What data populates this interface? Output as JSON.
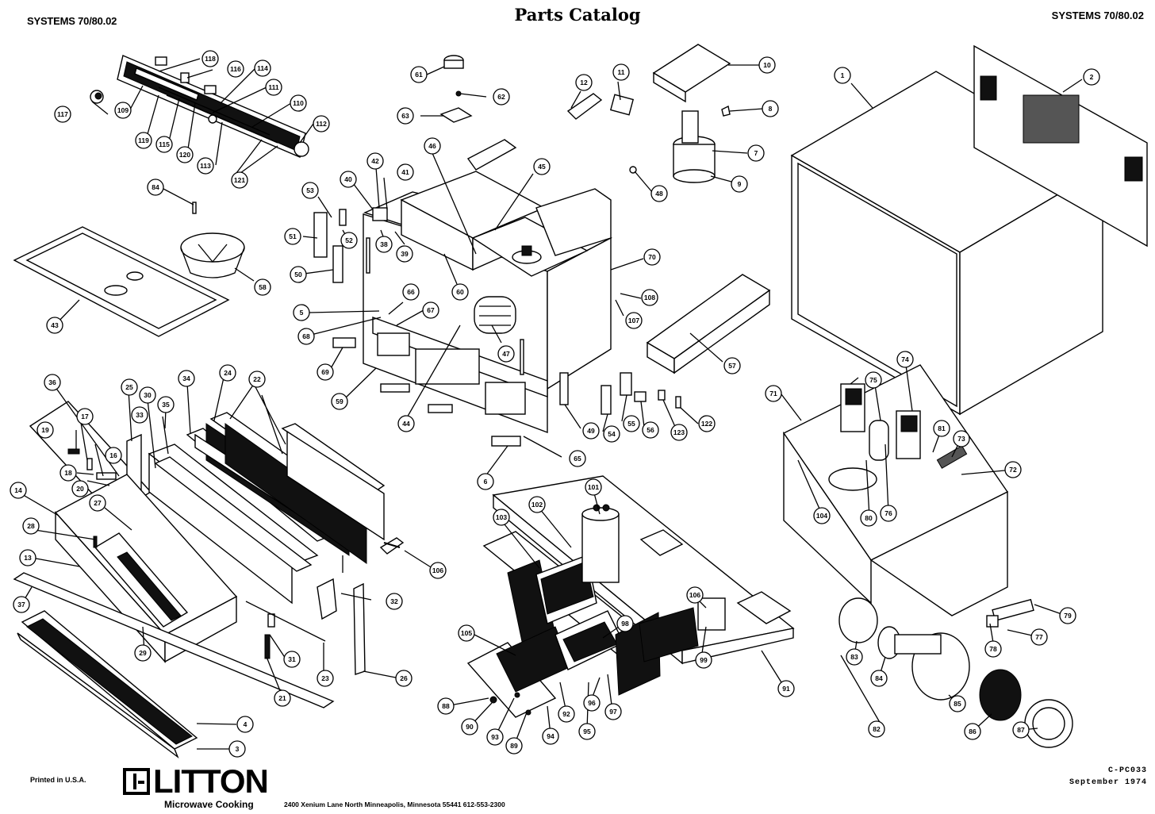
{
  "header": {
    "left": "SYSTEMS 70/80.02",
    "center": "Parts Catalog",
    "right": "SYSTEMS 70/80.02"
  },
  "footer": {
    "printed": "Printed in U.S.A.",
    "brand": "LITTON",
    "brand_sub": "Microwave Cooking",
    "address": "2400 Xenium Lane North   Minneapolis, Minnesota  55441      612-553-2300",
    "code": "C-PC033",
    "date": "September 1974"
  },
  "callouts": [
    {
      "id": "c118",
      "label": "118"
    },
    {
      "id": "c116a",
      "label": "116"
    },
    {
      "id": "c114",
      "label": "114"
    },
    {
      "id": "c111",
      "label": "111"
    },
    {
      "id": "c110",
      "label": "110"
    },
    {
      "id": "c112",
      "label": "112"
    },
    {
      "id": "c117",
      "label": "117"
    },
    {
      "id": "c109",
      "label": "109"
    },
    {
      "id": "c119",
      "label": "119"
    },
    {
      "id": "c115",
      "label": "115"
    },
    {
      "id": "c120",
      "label": "120"
    },
    {
      "id": "c113",
      "label": "113"
    },
    {
      "id": "c121",
      "label": "121"
    },
    {
      "id": "c84",
      "label": "84"
    },
    {
      "id": "c58",
      "label": "58"
    },
    {
      "id": "c43",
      "label": "43"
    },
    {
      "id": "c61",
      "label": "61"
    },
    {
      "id": "c62",
      "label": "62"
    },
    {
      "id": "c63",
      "label": "63"
    },
    {
      "id": "c12",
      "label": "12"
    },
    {
      "id": "c11",
      "label": "11"
    },
    {
      "id": "c10",
      "label": "10"
    },
    {
      "id": "c8",
      "label": "8"
    },
    {
      "id": "c7",
      "label": "7"
    },
    {
      "id": "c9",
      "label": "9"
    },
    {
      "id": "c48",
      "label": "48"
    },
    {
      "id": "c46",
      "label": "46"
    },
    {
      "id": "c45",
      "label": "45"
    },
    {
      "id": "c42",
      "label": "42"
    },
    {
      "id": "c41",
      "label": "41"
    },
    {
      "id": "c40",
      "label": "40"
    },
    {
      "id": "c53",
      "label": "53"
    },
    {
      "id": "c51",
      "label": "51"
    },
    {
      "id": "c52",
      "label": "52"
    },
    {
      "id": "c38",
      "label": "38"
    },
    {
      "id": "c39",
      "label": "39"
    },
    {
      "id": "c50",
      "label": "50"
    },
    {
      "id": "c60",
      "label": "60"
    },
    {
      "id": "c5",
      "label": "5"
    },
    {
      "id": "c66",
      "label": "66"
    },
    {
      "id": "c67",
      "label": "67"
    },
    {
      "id": "c68",
      "label": "68"
    },
    {
      "id": "c69",
      "label": "69"
    },
    {
      "id": "c47",
      "label": "47"
    },
    {
      "id": "c59",
      "label": "59"
    },
    {
      "id": "c44",
      "label": "44"
    },
    {
      "id": "c70",
      "label": "70"
    },
    {
      "id": "c108",
      "label": "108"
    },
    {
      "id": "c107",
      "label": "107"
    },
    {
      "id": "c57",
      "label": "57"
    },
    {
      "id": "c1",
      "label": "1"
    },
    {
      "id": "c2",
      "label": "2"
    },
    {
      "id": "c49",
      "label": "49"
    },
    {
      "id": "c54",
      "label": "54"
    },
    {
      "id": "c55",
      "label": "55"
    },
    {
      "id": "c56",
      "label": "56"
    },
    {
      "id": "c123",
      "label": "123"
    },
    {
      "id": "c122",
      "label": "122"
    },
    {
      "id": "c65",
      "label": "65"
    },
    {
      "id": "c6",
      "label": "6"
    },
    {
      "id": "c36",
      "label": "36"
    },
    {
      "id": "c25",
      "label": "25"
    },
    {
      "id": "c30",
      "label": "30"
    },
    {
      "id": "c34",
      "label": "34"
    },
    {
      "id": "c24",
      "label": "24"
    },
    {
      "id": "c22",
      "label": "22"
    },
    {
      "id": "c17",
      "label": "17"
    },
    {
      "id": "c33",
      "label": "33"
    },
    {
      "id": "c35",
      "label": "35"
    },
    {
      "id": "c19",
      "label": "19"
    },
    {
      "id": "c18",
      "label": "18"
    },
    {
      "id": "c16",
      "label": "16"
    },
    {
      "id": "c20",
      "label": "20"
    },
    {
      "id": "c14",
      "label": "14"
    },
    {
      "id": "c27",
      "label": "27"
    },
    {
      "id": "c28",
      "label": "28"
    },
    {
      "id": "c13",
      "label": "13"
    },
    {
      "id": "c37",
      "label": "37"
    },
    {
      "id": "c29",
      "label": "29"
    },
    {
      "id": "c31",
      "label": "31"
    },
    {
      "id": "c21",
      "label": "21"
    },
    {
      "id": "c23",
      "label": "23"
    },
    {
      "id": "c26",
      "label": "26"
    },
    {
      "id": "c32",
      "label": "32"
    },
    {
      "id": "c106a",
      "label": "106"
    },
    {
      "id": "c4",
      "label": "4"
    },
    {
      "id": "c3",
      "label": "3"
    },
    {
      "id": "c101",
      "label": "101"
    },
    {
      "id": "c102",
      "label": "102"
    },
    {
      "id": "c103",
      "label": "103"
    },
    {
      "id": "c105",
      "label": "105"
    },
    {
      "id": "c98",
      "label": "98"
    },
    {
      "id": "c106b",
      "label": "106"
    },
    {
      "id": "c99",
      "label": "99"
    },
    {
      "id": "c91",
      "label": "91"
    },
    {
      "id": "c88",
      "label": "88"
    },
    {
      "id": "c90",
      "label": "90"
    },
    {
      "id": "c93",
      "label": "93"
    },
    {
      "id": "c89",
      "label": "89"
    },
    {
      "id": "c94",
      "label": "94"
    },
    {
      "id": "c95",
      "label": "95"
    },
    {
      "id": "c92",
      "label": "92"
    },
    {
      "id": "c96",
      "label": "96"
    },
    {
      "id": "c97",
      "label": "97"
    },
    {
      "id": "c71",
      "label": "71"
    },
    {
      "id": "c74",
      "label": "74"
    },
    {
      "id": "c75",
      "label": "75"
    },
    {
      "id": "c81",
      "label": "81"
    },
    {
      "id": "c73",
      "label": "73"
    },
    {
      "id": "c72",
      "label": "72"
    },
    {
      "id": "c104",
      "label": "104"
    },
    {
      "id": "c80",
      "label": "80"
    },
    {
      "id": "c76",
      "label": "76"
    },
    {
      "id": "c79",
      "label": "79"
    },
    {
      "id": "c77",
      "label": "77"
    },
    {
      "id": "c78",
      "label": "78"
    },
    {
      "id": "c83",
      "label": "83"
    },
    {
      "id": "c84b",
      "label": "84"
    },
    {
      "id": "c85",
      "label": "85"
    },
    {
      "id": "c82",
      "label": "82"
    },
    {
      "id": "c86",
      "label": "86"
    },
    {
      "id": "c87",
      "label": "87"
    }
  ]
}
